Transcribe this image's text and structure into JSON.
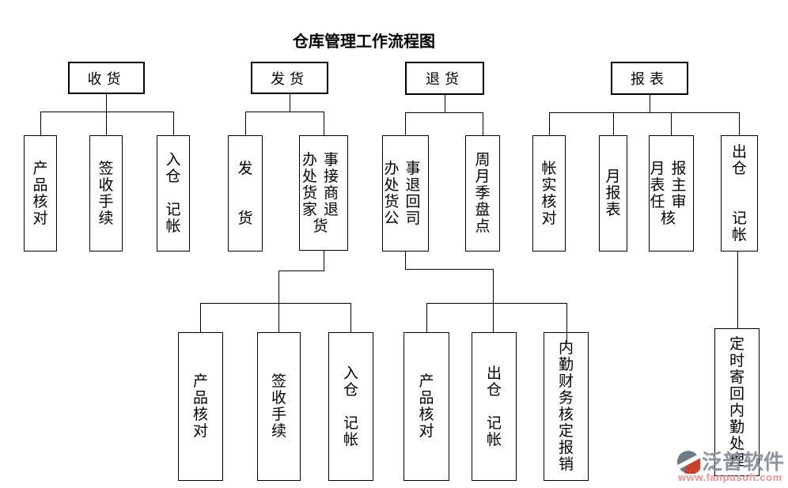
{
  "title": "仓库管理工作流程图",
  "nodes": {
    "receiving": {
      "label": "收货"
    },
    "shipping": {
      "label": "发货"
    },
    "returns": {
      "label": "退货"
    },
    "reports": {
      "label": "报表"
    },
    "recv_product_check": {
      "text": "产\n品\n核\n对"
    },
    "recv_sign_in": {
      "text": "签\n收\n手\n续"
    },
    "recv_in_book": {
      "text": "入\n仓\n \n记\n帐"
    },
    "ship_dispatch": {
      "text": "发\n \n \n货"
    },
    "ship_office_pickup_merchant_return": {
      "text": "办事\n处接\n货商\n家退\n货"
    },
    "ret_office_return_to_company": {
      "text": "办事\n处退\n货回\n公司"
    },
    "ret_stocktake": {
      "text": "周\n月\n季\n盘\n点"
    },
    "rep_account_check": {
      "text": "帐\n实\n核\n对"
    },
    "rep_monthly_report": {
      "text": "月\n报\n表"
    },
    "rep_director_review": {
      "text": "月报\n表主\n任审\n核"
    },
    "rep_out_book": {
      "text": "出\n仓\n \n \n记\n帐"
    },
    "l3_ship_product_check": {
      "text": "产\n品\n核\n对"
    },
    "l3_ship_sign_in": {
      "text": "签\n收\n手\n续"
    },
    "l3_ship_in_book": {
      "text": "入\n仓\n \n记\n帐"
    },
    "l3_ret_product_check": {
      "text": "产\n品\n核\n对"
    },
    "l3_ret_out_book": {
      "text": "出\n仓\n \n记\n帐"
    },
    "l3_finance_reimburse": {
      "text": "内\n勤\n财\n务\n核\n定\n报\n销"
    },
    "l3_mail_back": {
      "text": "定\n时\n寄\n回\n内\n勤\n处\n理"
    }
  },
  "watermark": {
    "brand": "泛普软件",
    "url": "www.fanpusoft.com",
    "brand_color": "#8d949b",
    "url_color": "#ea9494",
    "logo_gray": "#6e7a85",
    "logo_red": "#c8402e"
  },
  "colors": {
    "background": "#ffffff",
    "line": "#000000",
    "title": "#000000"
  }
}
